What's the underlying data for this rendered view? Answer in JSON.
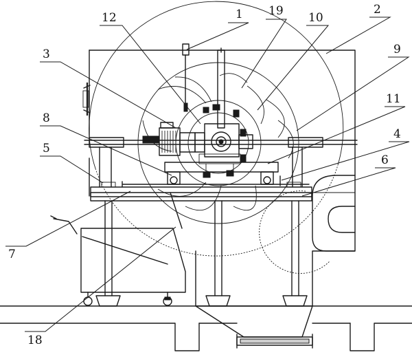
{
  "labels": {
    "l1": "1",
    "l2": "2",
    "l3": "3",
    "l4": "4",
    "l5": "5",
    "l6": "6",
    "l7": "7",
    "l8": "8",
    "l9": "9",
    "l10": "10",
    "l11": "11",
    "l12": "12",
    "l18": "18",
    "l19": "19"
  },
  "colors": {
    "line": "#1a1a1a",
    "background": "#ffffff"
  }
}
